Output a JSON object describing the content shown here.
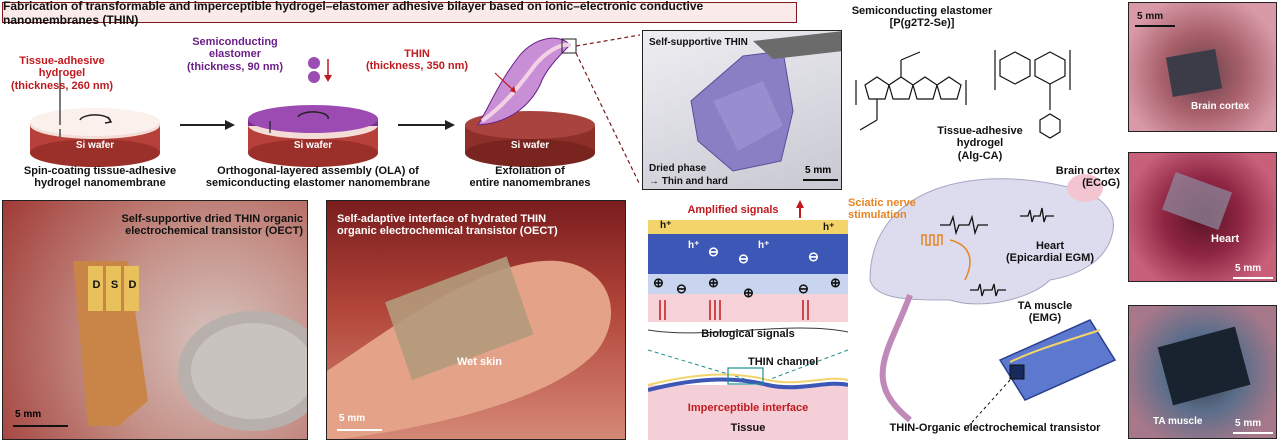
{
  "title": "Fabrication of transformable and imperceptible hydrogel–elastomer adhesive bilayer based on ionic–electronic conductive nanomembranes (THIN)",
  "fabrication": {
    "step1_top_label": [
      "Tissue-adhesive hydrogel",
      "(thickness, 260 nm)"
    ],
    "step2_top_label": [
      "Semiconducting elastomer",
      "(thickness, 90 nm)"
    ],
    "step3_top_label": [
      "THIN",
      "(thickness, 350 nm)"
    ],
    "wafer_label": "Si wafer",
    "step1_caption": [
      "Spin-coating tissue-adhesive",
      "hydrogel nanomembrane"
    ],
    "step2_caption": [
      "Orthogonal-layered assembly (OLA) of",
      "semiconducting elastomer nanomembrane"
    ],
    "step3_caption": [
      "Exfoliation of",
      "entire nanomembranes"
    ]
  },
  "self_supportive_photo": {
    "title": "Self-supportive THIN",
    "caption_line1": "Dried phase",
    "caption_line2": "→ Thin and hard",
    "scale": "5 mm"
  },
  "chemistry": {
    "elastomer_title": [
      "Semiconducting elastomer",
      "[P(g2T2-Se)]"
    ],
    "hydrogel_title": [
      "Tissue-adhesive hydrogel",
      "(Alg-CA)"
    ]
  },
  "right_photos": {
    "brain": {
      "scale": "5 mm",
      "label": "Brain cortex"
    },
    "heart": {
      "scale": "5 mm",
      "label": "Heart"
    },
    "muscle": {
      "scale": "5 mm",
      "label": "TA muscle"
    }
  },
  "dried_oect_photo": {
    "title": [
      "Self-supportive dried THIN organic",
      "electrochemical transistor (OECT)"
    ],
    "electrodes": [
      "D",
      "S",
      "D"
    ],
    "scale": "5 mm"
  },
  "wet_skin_photo": {
    "title": [
      "Self-adaptive interface of hydrated THIN",
      "organic electrochemical transistor (OECT)"
    ],
    "label": "Wet skin",
    "scale": "5 mm"
  },
  "schematic": {
    "amplified": "Amplified signals",
    "biological": "Biological signals",
    "channel": "THIN channel",
    "interface": "Imperceptible interface",
    "tissue": "Tissue",
    "hplus": "h⁺",
    "minus": "⊖",
    "plus": "⊕"
  },
  "mouse": {
    "brain": [
      "Brain cortex",
      "(ECoG)"
    ],
    "sciatic": [
      "Sciatic nerve",
      "stimulation"
    ],
    "heart": [
      "Heart",
      "(Epicardial EGM)"
    ],
    "ta": [
      "TA muscle",
      "(EMG)"
    ],
    "device": "THIN-Organic electrochemical transistor"
  },
  "colors": {
    "title_border": "#7a1a1a",
    "title_fill": "#fbeaea",
    "accent_red": "#c0191e",
    "accent_purple": "#6b1f88",
    "accent_orange": "#e88522",
    "wafer": "#b8403a"
  }
}
